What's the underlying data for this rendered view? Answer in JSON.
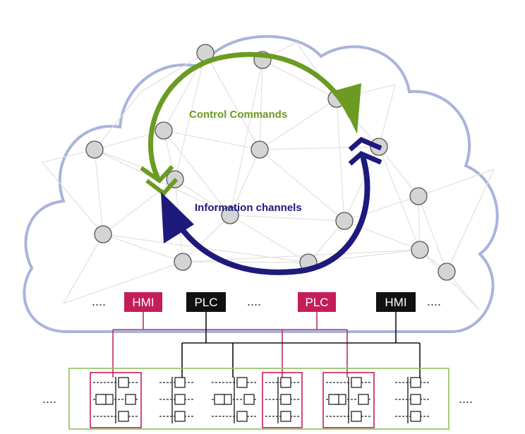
{
  "diagram": {
    "loop_labels": {
      "control": "Control Commands",
      "information": "Information channels"
    },
    "devices": [
      {
        "label": "HMI",
        "kind": "hmi"
      },
      {
        "label": "PLC",
        "kind": "plc"
      },
      {
        "label": "PLC",
        "kind": "plc"
      },
      {
        "label": "HMI",
        "kind": "hmi"
      }
    ],
    "ellipsis": "....",
    "colors": {
      "cloud": "#a9b4dc",
      "control_arrow": "#6b9b22",
      "info_arrow": "#1d1a7c",
      "hmi_plc_bus_red": "#c0305a",
      "bus_black": "#111111",
      "device_red": "#c41e5a",
      "device_black": "#111111",
      "node_fill": "#d4d4d4",
      "field_border": "#8fbf5a"
    }
  }
}
